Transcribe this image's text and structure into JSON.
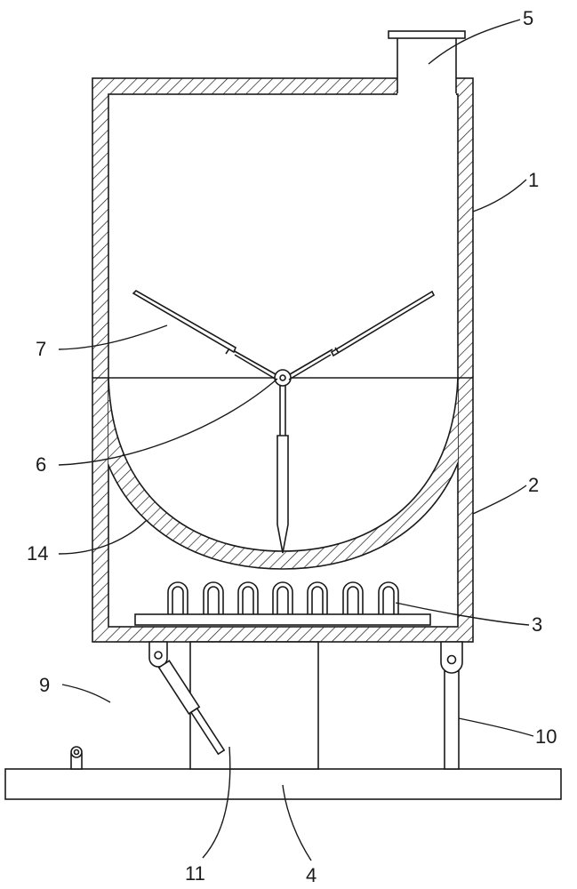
{
  "callouts": {
    "c1": "1",
    "c2": "2",
    "c3": "3",
    "c4": "4",
    "c5": "5",
    "c6": "6",
    "c7": "7",
    "c9": "9",
    "c10": "10",
    "c11": "11",
    "c14": "14"
  }
}
